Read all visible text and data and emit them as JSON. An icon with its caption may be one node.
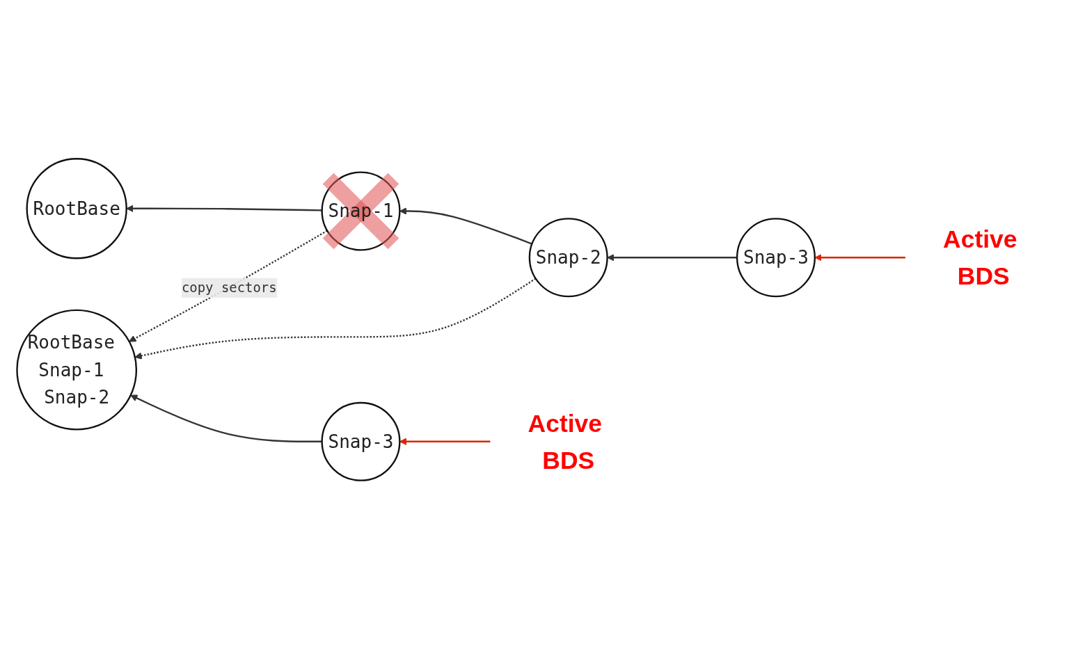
{
  "diagram": {
    "nodes": [
      {
        "text": [
          "RootBase"
        ]
      },
      {
        "text": [
          "Snap-1"
        ]
      },
      {
        "text": [
          "Snap-2"
        ]
      },
      {
        "text": [
          "Snap-3"
        ]
      },
      {
        "text": [
          "RootBase Snap-1 Snap-2"
        ]
      },
      {
        "text": [
          "Snap-3"
        ]
      },
      {
        "text": [
          "Active BDS"
        ]
      },
      {
        "text": [
          "Active BDS"
        ]
      }
    ],
    "edges": [
      {
        "from": 1,
        "to": 0,
        "arrow": "to"
      },
      {
        "from": 2,
        "to": 1,
        "arrow": "to"
      },
      {
        "from": 3,
        "to": 2,
        "arrow": "to"
      },
      {
        "from": 1,
        "to": 4,
        "arrow": "to",
        "style": "dashed",
        "label": "copy sectors"
      },
      {
        "from": 2,
        "to": 4,
        "arrow": "to",
        "style": "dashed"
      },
      {
        "from": 5,
        "to": 4,
        "arrow": "to"
      },
      {
        "from": 6,
        "to": 3,
        "arrow": "to",
        "color": "#dd2200"
      },
      {
        "from": 7,
        "to": 5,
        "arrow": "to",
        "color": "#dd2200"
      }
    ]
  }
}
